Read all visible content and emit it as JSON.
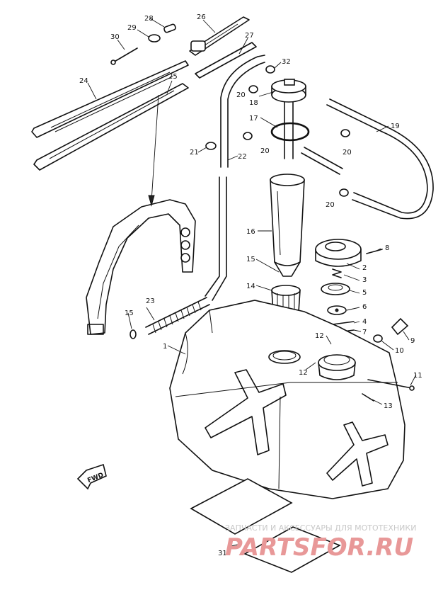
{
  "callouts": [
    "1",
    "2",
    "3",
    "4",
    "5",
    "6",
    "7",
    "8",
    "9",
    "10",
    "11",
    "12",
    "12",
    "13",
    "14",
    "15",
    "15",
    "16",
    "17",
    "18",
    "19",
    "20",
    "20",
    "20",
    "20",
    "21",
    "22",
    "23",
    "24",
    "25",
    "26",
    "27",
    "28",
    "29",
    "30",
    "31",
    "32"
  ],
  "fwd_label": "FWD",
  "watermark": {
    "tagline": "ЗАПЧАСТИ И АКСЕССУАРЫ ДЛЯ МОТОТЕХНИКИ",
    "logo_text": "PARTSFOR.RU"
  }
}
